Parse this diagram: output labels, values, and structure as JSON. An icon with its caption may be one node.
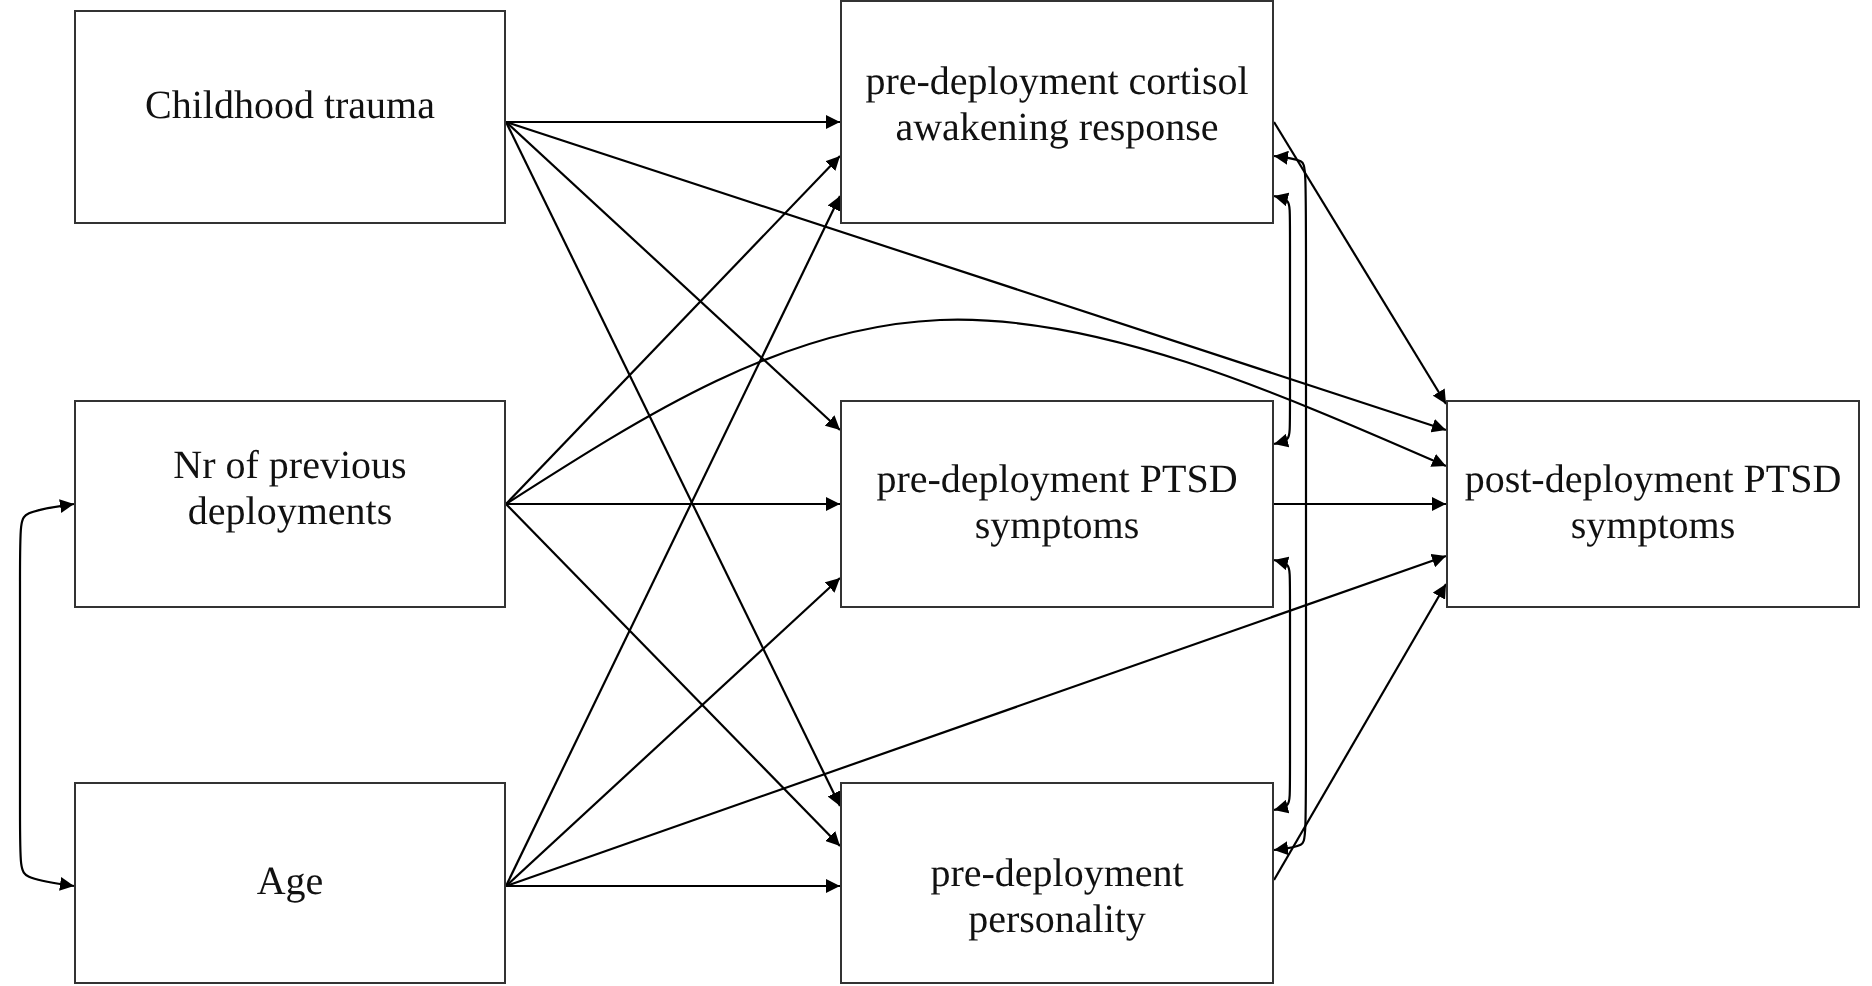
{
  "diagram": {
    "nodes": [
      {
        "text": [
          "Childhood trauma"
        ]
      },
      {
        "text": [
          "Nr of previous deployments"
        ]
      },
      {
        "text": [
          "Age"
        ]
      },
      {
        "text": [
          "pre-deployment cortisol awakening response"
        ]
      },
      {
        "text": [
          "pre-deployment PTSD symptoms"
        ]
      },
      {
        "text": [
          "pre-deployment personality"
        ]
      },
      {
        "text": [
          "post-deployment PTSD symptoms"
        ]
      }
    ],
    "edges": [
      {
        "from": 0,
        "to": 3,
        "arrow": "to"
      },
      {
        "from": 0,
        "to": 4,
        "arrow": "to"
      },
      {
        "from": 0,
        "to": 5,
        "arrow": "to"
      },
      {
        "from": 0,
        "to": 6,
        "arrow": "to"
      },
      {
        "from": 1,
        "to": 3,
        "arrow": "to"
      },
      {
        "from": 1,
        "to": 4,
        "arrow": "to"
      },
      {
        "from": 1,
        "to": 5,
        "arrow": "to"
      },
      {
        "from": 1,
        "to": 6,
        "arrow": "to"
      },
      {
        "from": 2,
        "to": 3,
        "arrow": "to"
      },
      {
        "from": 2,
        "to": 4,
        "arrow": "to"
      },
      {
        "from": 2,
        "to": 5,
        "arrow": "to"
      },
      {
        "from": 2,
        "to": 6,
        "arrow": "to"
      },
      {
        "from": 3,
        "to": 6,
        "arrow": "to"
      },
      {
        "from": 4,
        "to": 6,
        "arrow": "to"
      },
      {
        "from": 5,
        "to": 6,
        "arrow": "to"
      },
      {
        "from": 3,
        "to": 4,
        "arrow": "both"
      },
      {
        "from": 4,
        "to": 5,
        "arrow": "both"
      },
      {
        "from": 3,
        "to": 5,
        "arrow": "both"
      },
      {
        "from": 1,
        "to": 2,
        "arrow": "both"
      }
    ]
  }
}
